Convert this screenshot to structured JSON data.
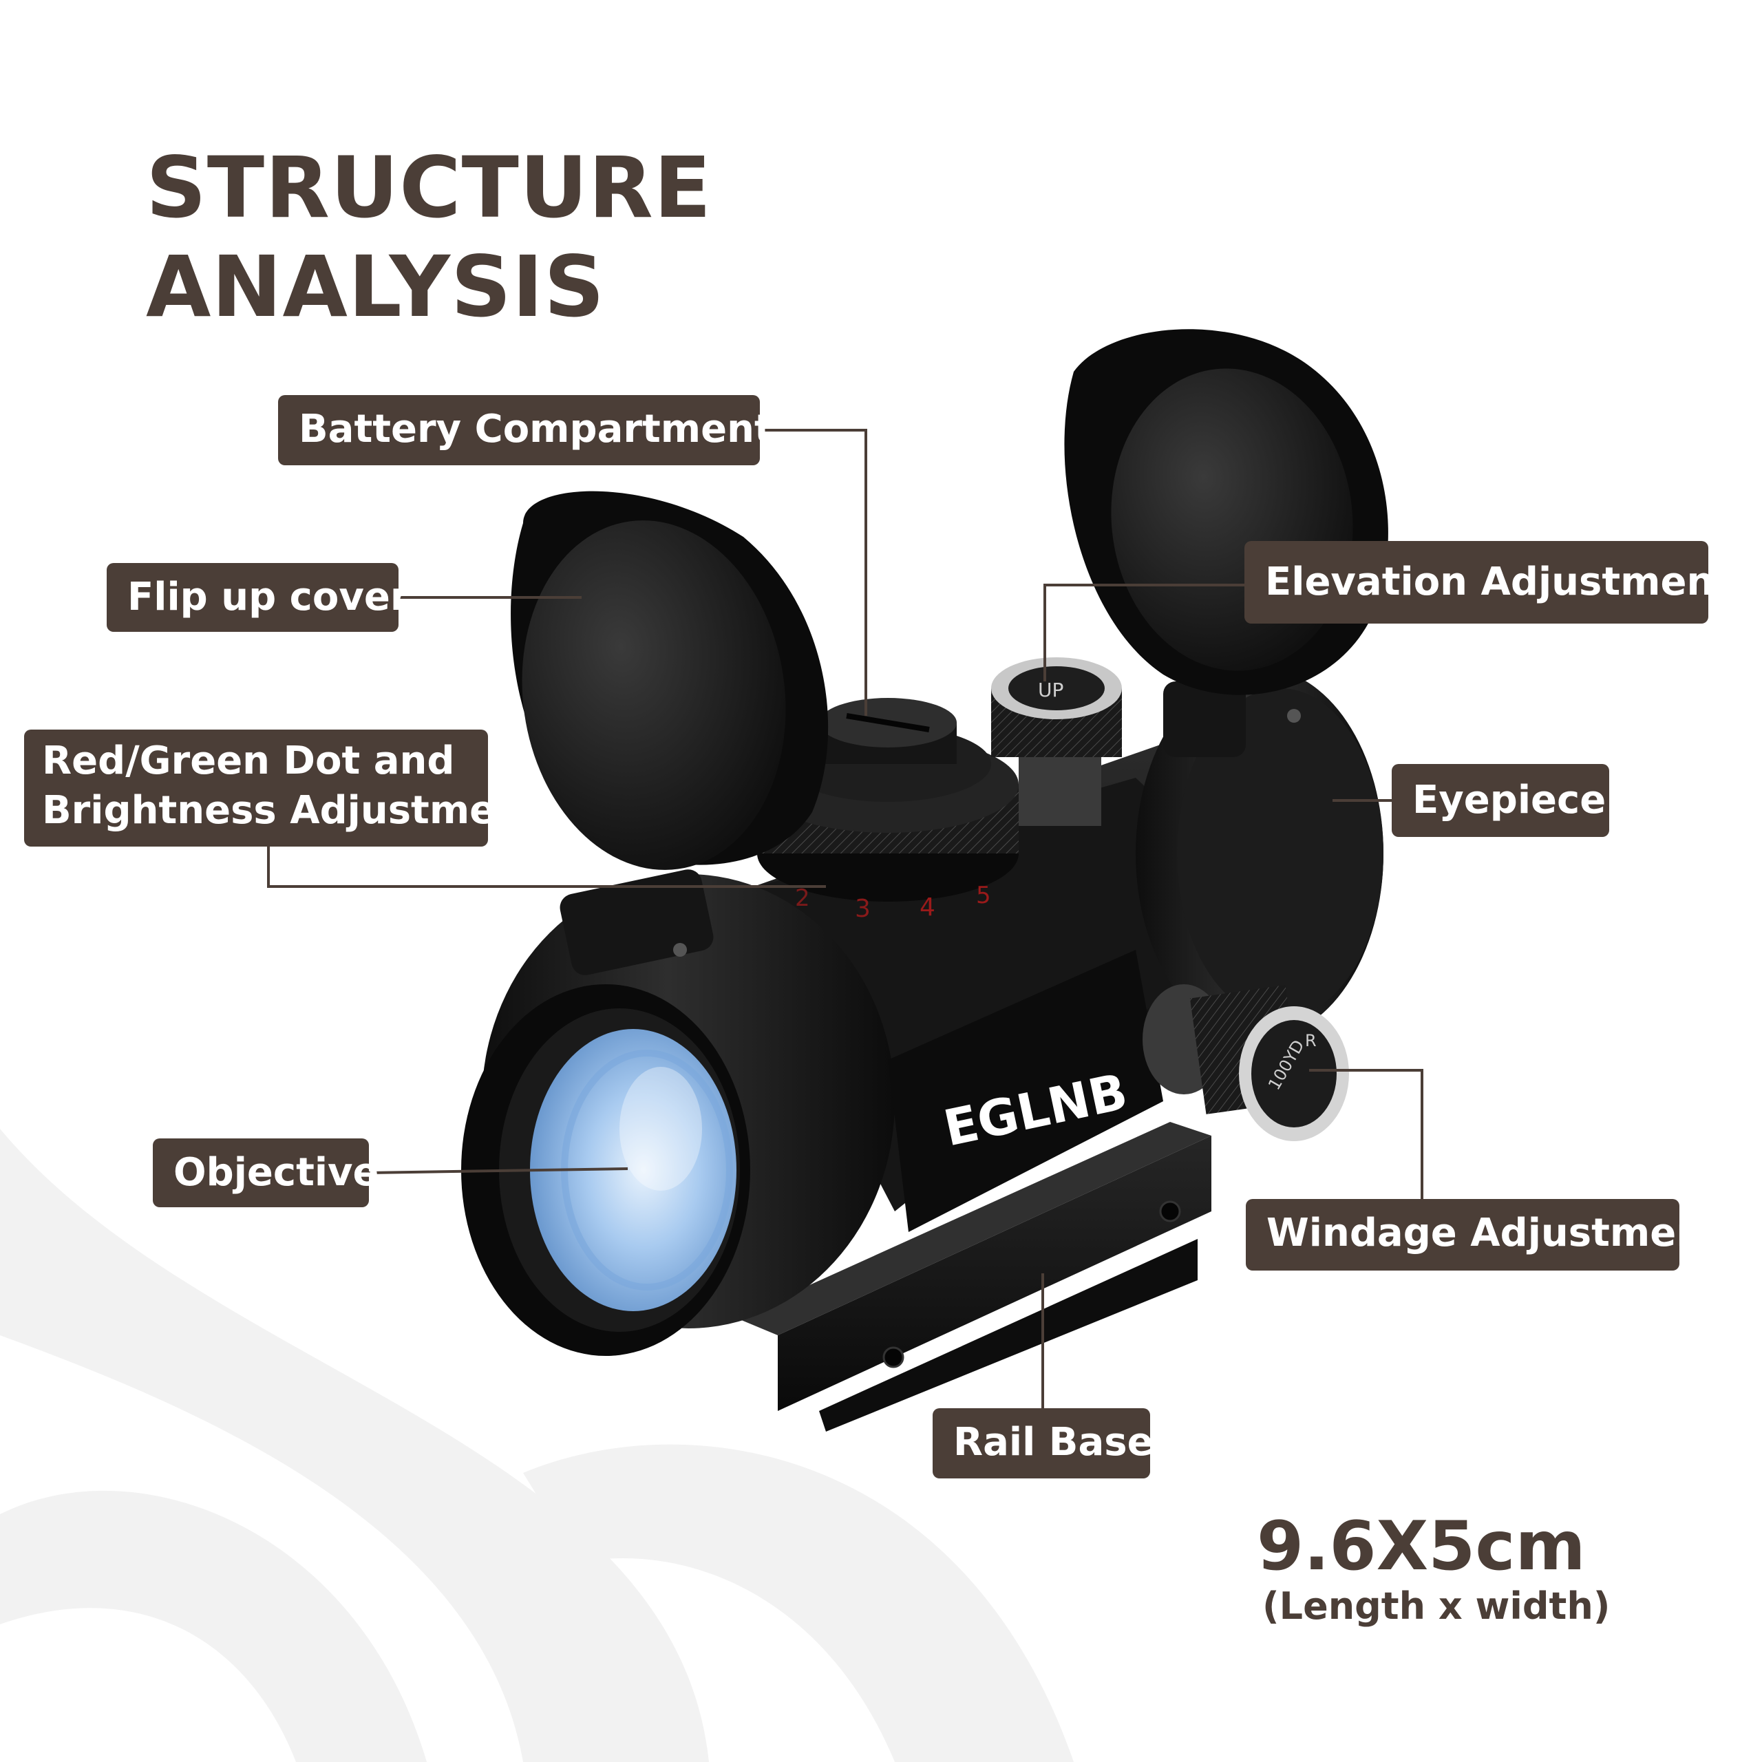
{
  "title": {
    "line1": "STRUCTURE",
    "line2": "ANALYSIS"
  },
  "callouts": {
    "battery": "Battery Compartment",
    "flip_cover": "Flip up cover",
    "dot_line1": "Red/Green Dot and",
    "dot_line2": "Brightness Adjustment",
    "elevation": "Elevation Adjustment",
    "eyepiece": "Eyepiece",
    "objective": "Objective",
    "windage": "Windage Adjustment",
    "rail": "Rail Base"
  },
  "dimensions": {
    "value": "9.6X5cm",
    "note": "(Length x width)"
  },
  "product": {
    "brand_logo": "EGLNB",
    "dial_numbers": [
      "2",
      "3",
      "4",
      "5"
    ],
    "knob_marking": "100YD",
    "knob_arrow": "R",
    "elevation_marking": "UP"
  },
  "colors": {
    "label_background": "#4b3e37",
    "label_text": "#ffffff",
    "leader_line": "#4b3e37",
    "heading_text": "#4b3e37",
    "scope_body": "#151515",
    "lens_tint": "#9cc4ec",
    "watermark": "#f2f2f2"
  }
}
